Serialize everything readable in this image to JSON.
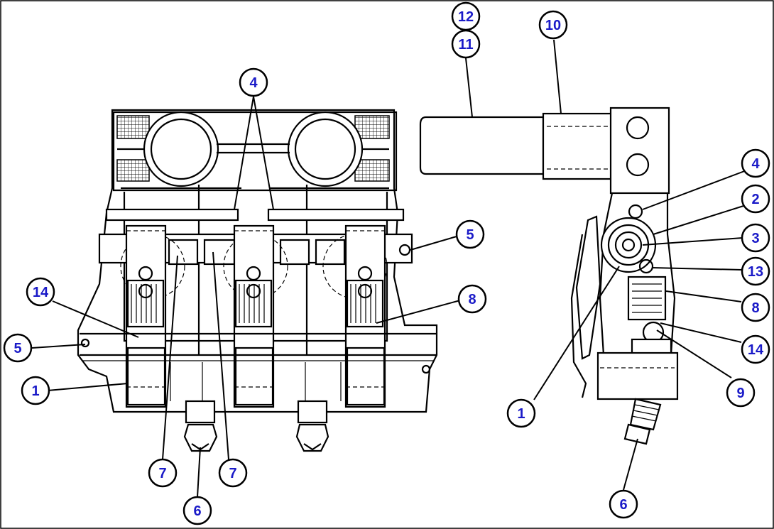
{
  "callouts": [
    {
      "id": "c4-left",
      "label": "4"
    },
    {
      "id": "c5-mid",
      "label": "5"
    },
    {
      "id": "c8-left",
      "label": "8"
    },
    {
      "id": "c14-left",
      "label": "14"
    },
    {
      "id": "c5-left",
      "label": "5"
    },
    {
      "id": "c1-left",
      "label": "1"
    },
    {
      "id": "c7-a",
      "label": "7"
    },
    {
      "id": "c7-b",
      "label": "7"
    },
    {
      "id": "c6-left",
      "label": "6"
    },
    {
      "id": "c12",
      "label": "12"
    },
    {
      "id": "c11",
      "label": "11"
    },
    {
      "id": "c10",
      "label": "10"
    },
    {
      "id": "c4-right",
      "label": "4"
    },
    {
      "id": "c2",
      "label": "2"
    },
    {
      "id": "c3",
      "label": "3"
    },
    {
      "id": "c13",
      "label": "13"
    },
    {
      "id": "c8-right",
      "label": "8"
    },
    {
      "id": "c14-right",
      "label": "14"
    },
    {
      "id": "c9",
      "label": "9"
    },
    {
      "id": "c1-right",
      "label": "1"
    },
    {
      "id": "c6-right",
      "label": "6"
    }
  ],
  "colors": {
    "callout_text": "#1a1ac8",
    "line": "#000000",
    "background": "#ffffff"
  }
}
